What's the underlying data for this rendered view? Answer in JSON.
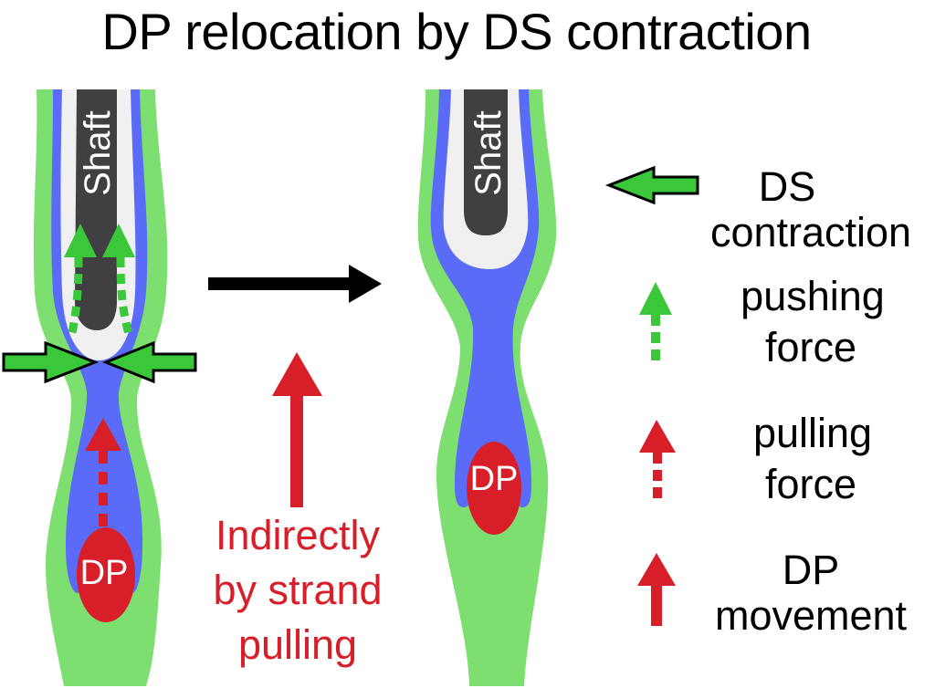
{
  "title": "DP relocation by DS contraction",
  "colors": {
    "outer_layer": "#7ddf6f",
    "inner_layer": "#5a6cf7",
    "sheath": "#f0f0f0",
    "shaft": "#404042",
    "dp": "#d81e28",
    "push_arrow": "#3ac83a",
    "contract_arrow_stroke": "#000000",
    "transition_arrow": "#000000"
  },
  "left_follicle": {
    "shaft_label": "Shaft",
    "dp_label": "DP"
  },
  "right_follicle": {
    "shaft_label": "Shaft",
    "dp_label": "DP"
  },
  "middle_annotation": {
    "lines": [
      "Indirectly",
      "by strand",
      "pulling"
    ]
  },
  "legend": [
    {
      "icon": "contraction-arrow-icon",
      "lines": [
        "DS",
        "contraction"
      ]
    },
    {
      "icon": "pushing-force-arrow-icon",
      "lines": [
        "pushing",
        "force"
      ]
    },
    {
      "icon": "pulling-force-arrow-icon",
      "lines": [
        "pulling",
        "force"
      ]
    },
    {
      "icon": "dp-movement-arrow-icon",
      "lines": [
        "DP",
        "movement"
      ]
    }
  ]
}
